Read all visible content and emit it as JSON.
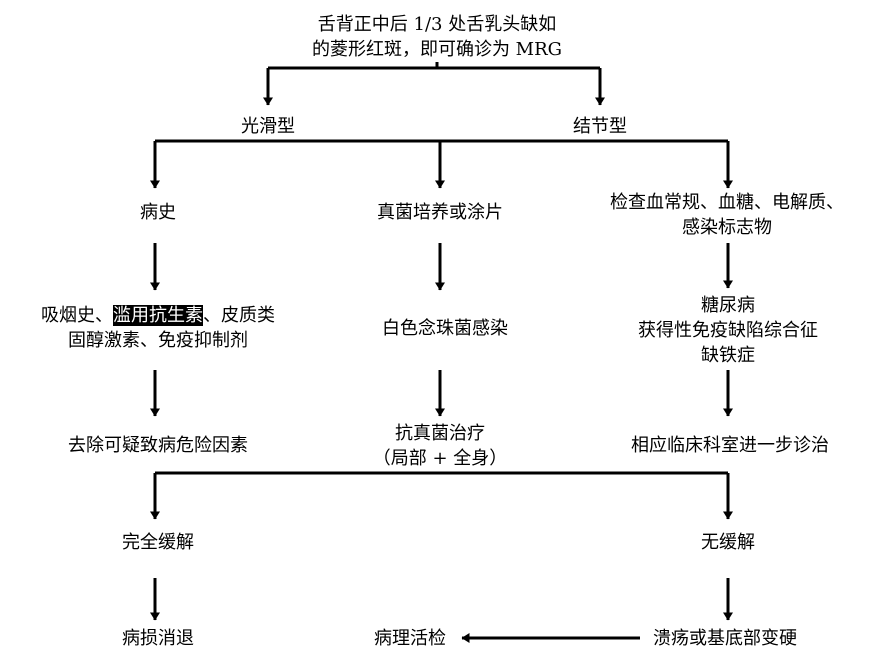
{
  "nodes": {
    "top": {
      "line1": "舌背正中后 1/3 处舌乳头缺如",
      "line2": "的菱形红斑，即可确诊为 MRG"
    },
    "smooth_type": "光滑型",
    "nodular_type": "结节型",
    "history": "病史",
    "culture": "真菌培养或涂片",
    "exam": {
      "line1": "检查血常规、血糖、电解质、",
      "line2": "感染标志物"
    },
    "risk": {
      "line1_a": "吸烟史、",
      "line1_highlight": "滥用抗生素",
      "line1_b": "、皮质类",
      "line2": "固醇激素、免疫抑制剂"
    },
    "candida": "白色念珠菌感染",
    "diseases": {
      "line1": "糖尿病",
      "line2": "获得性免疫缺陷综合征",
      "line3": "缺铁症"
    },
    "remove": "去除可疑致病危险因素",
    "antifungal": {
      "line1": "抗真菌治疗",
      "line2": "（局部 + 全身）"
    },
    "refer": "相应临床科室进一步诊治",
    "complete_relief": "完全缓解",
    "no_relief": "无缓解",
    "resolved": "病损消退",
    "biopsy": "病理活检",
    "ulcer": "溃疡或基底部变硬"
  }
}
